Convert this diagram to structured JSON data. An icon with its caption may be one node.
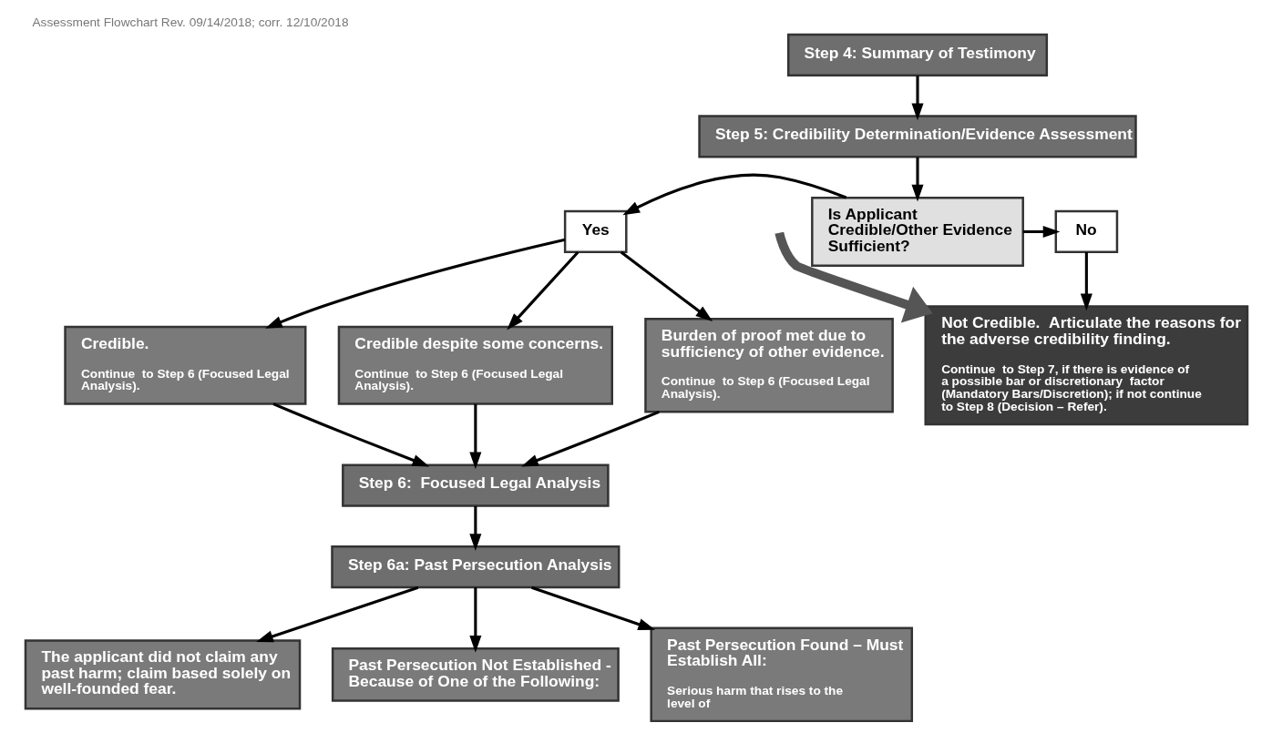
{
  "diagram": {
    "title": "Assessment Flowchart Rev. 09/14/2018; corr. 12/10/2018",
    "nodes": [
      {
        "text": [
          "Step 4: Summary of Testimony"
        ]
      },
      {
        "text": [
          "Step 5: Credibility Determination/Evidence Assessment"
        ]
      },
      {
        "text": [
          "Is Applicant Credible/Other Evidence Sufficient?"
        ]
      },
      {
        "text": [
          "Yes"
        ]
      },
      {
        "text": [
          "No"
        ]
      },
      {
        "text": [
          "Not Credible.  Articulate the reasons for the adverse credibility finding.",
          "Continue  to Step 7, if there is evidence of a possible bar or discretionary  factor (Mandatory Bars/Discretion); if not continue to Step 8 (Decision – Refer)."
        ]
      },
      {
        "text": [
          "Credible.",
          "Continue  to Step 6 (Focused Legal Analysis)."
        ]
      },
      {
        "text": [
          "Credible despite some concerns.",
          "Continue  to Step 6 (Focused Legal Analysis)."
        ]
      },
      {
        "text": [
          "Burden of proof met due to sufficiency of other evidence.",
          "Continue  to Step 6 (Focused Legal Analysis)."
        ]
      },
      {
        "text": [
          "Step 6:  Focused Legal Analysis"
        ]
      },
      {
        "text": [
          "Step 6a: Past Persecution Analysis"
        ]
      },
      {
        "text": [
          "The applicant did not claim any past harm; claim based solely on well-founded fear."
        ]
      },
      {
        "text": [
          "Past Persecution Not Established - Because of One of the Following:"
        ]
      },
      {
        "text": [
          "Past Persecution Found – Must Establish All:",
          "Serious harm that rises to the level of"
        ]
      }
    ],
    "edges": [
      {
        "from": 0,
        "to": 1,
        "arrow": "to"
      },
      {
        "from": 1,
        "to": 2,
        "arrow": "to"
      },
      {
        "from": 2,
        "to": 3,
        "arrow": "to"
      },
      {
        "from": 2,
        "to": 4,
        "arrow": "to"
      },
      {
        "from": 4,
        "to": 5,
        "arrow": "to"
      },
      {
        "from": null,
        "to": 5,
        "arrow": "to",
        "style": "thick",
        "color": "#555555"
      },
      {
        "from": 3,
        "to": 6,
        "arrow": "to"
      },
      {
        "from": 3,
        "to": 7,
        "arrow": "to"
      },
      {
        "from": 3,
        "to": 8,
        "arrow": "to"
      },
      {
        "from": 6,
        "to": 9,
        "arrow": "to"
      },
      {
        "from": 7,
        "to": 9,
        "arrow": "to"
      },
      {
        "from": 8,
        "to": 9,
        "arrow": "to"
      },
      {
        "from": 9,
        "to": 10,
        "arrow": "to"
      },
      {
        "from": 10,
        "to": 11,
        "arrow": "to"
      },
      {
        "from": 10,
        "to": 12,
        "arrow": "to"
      },
      {
        "from": 10,
        "to": 13,
        "arrow": "to"
      }
    ]
  }
}
